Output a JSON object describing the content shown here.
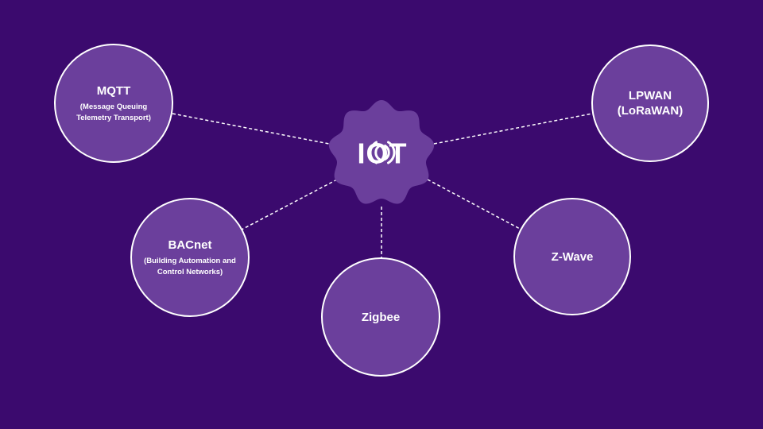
{
  "hub": {
    "label": "IOT",
    "color": "#6b3f9c"
  },
  "background_color": "#3b0a6e",
  "node_color": "#6b3f9c",
  "nodes": {
    "mqtt": {
      "title": "MQTT",
      "subtitle": "(Message Queuing Telemetry Transport)"
    },
    "lpwan": {
      "title": "LPWAN (LoRaWAN)",
      "subtitle": ""
    },
    "bacnet": {
      "title": "BACnet",
      "subtitle": "(Building Automation and Control Networks)"
    },
    "zigbee": {
      "title": "Zigbee",
      "subtitle": ""
    },
    "zwave": {
      "title": "Z-Wave",
      "subtitle": ""
    }
  }
}
